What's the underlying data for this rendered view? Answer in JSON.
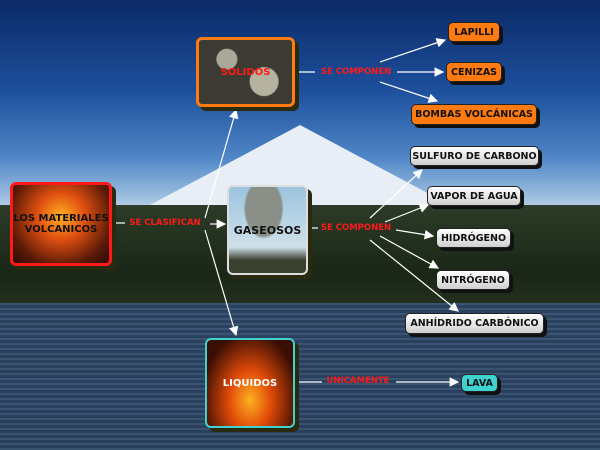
{
  "root": {
    "label": "LOS MATERIALES VOLCANICOS"
  },
  "root_link": "SE CLASIFICAN",
  "categories": [
    {
      "label": "SOLIDOS",
      "link": "SE COMPONEN",
      "items": [
        "LAPILLI",
        "CENIZAS",
        "BOMBAS VOLCÁNICAS"
      ]
    },
    {
      "label": "GASEOSOS",
      "link": "SE COMPONEN",
      "items": [
        "SULFURO DE CARBONO",
        "VAPOR DE AGUA",
        "HIDRÓGENO",
        "NITRÓGENO",
        "ANHÍDRIDO CARBÓNICO"
      ]
    },
    {
      "label": "LIQUIDOS",
      "link": "UNICAMENTE",
      "items": [
        "LAVA"
      ]
    }
  ],
  "colors": {
    "solidos": "#ff7a10",
    "gaseosos": "#e0e0e0",
    "liquidos": "#3fd3d0",
    "root": "#ff1a1a",
    "link_text": "#ff1a1a"
  }
}
